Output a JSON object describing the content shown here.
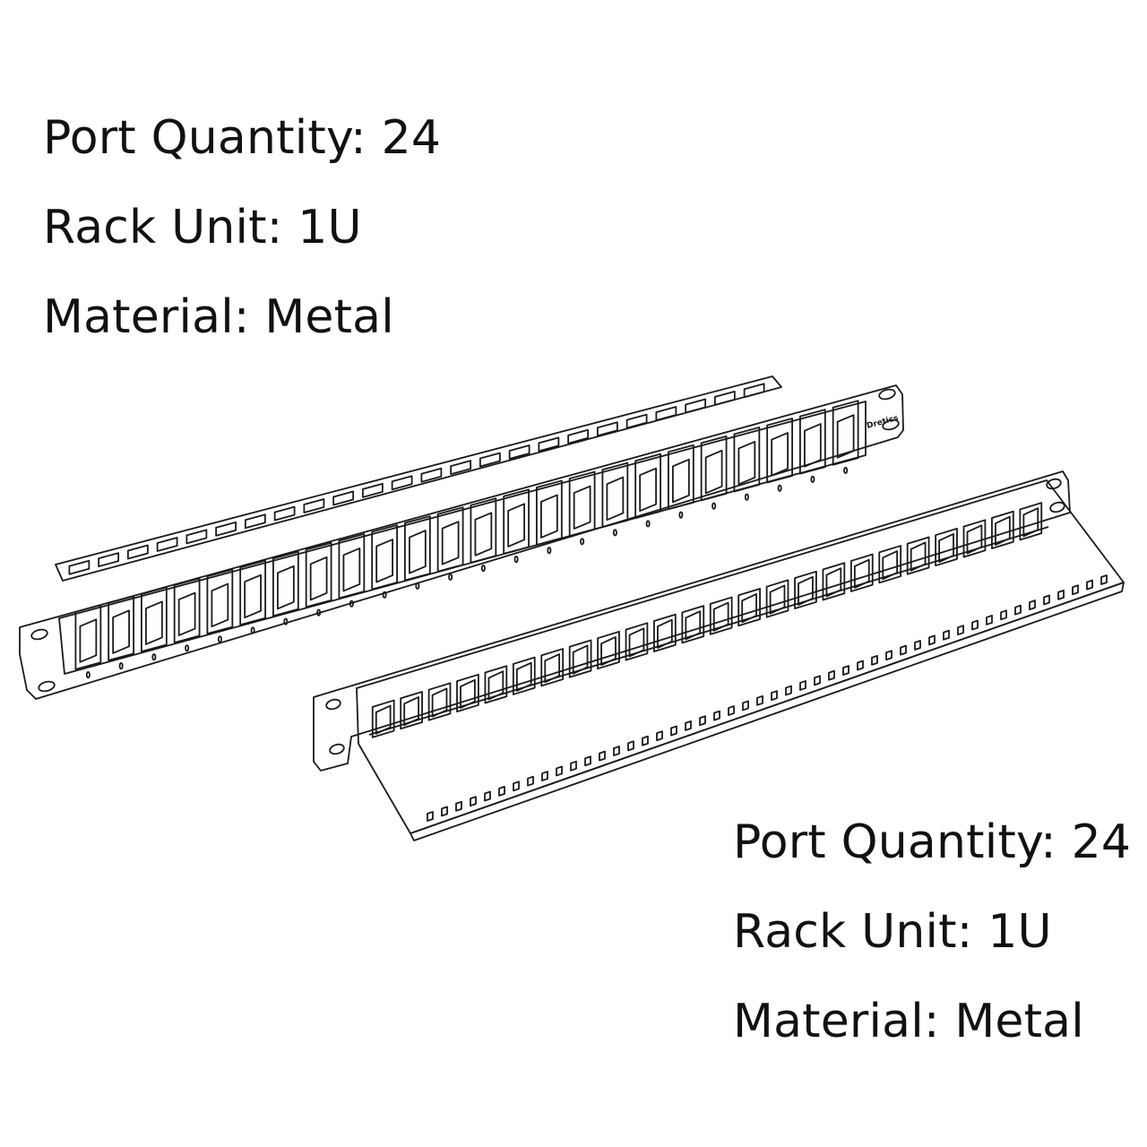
{
  "specs_top": [
    {
      "label": "Port Quantity",
      "value": "24"
    },
    {
      "label": "Rack Unit",
      "value": "1U"
    },
    {
      "label": "Material",
      "value": "Metal"
    }
  ],
  "specs_bottom": [
    {
      "label": "Port Quantity",
      "value": "24"
    },
    {
      "label": "Rack Unit",
      "value": "1U"
    },
    {
      "label": "Material",
      "value": "Metal"
    }
  ],
  "front_panel": {
    "brand": "Dretics",
    "port_count": 24
  },
  "rear_panel": {
    "port_count": 24
  },
  "colors": {
    "line": "#1a1a1a",
    "background": "#ffffff"
  }
}
